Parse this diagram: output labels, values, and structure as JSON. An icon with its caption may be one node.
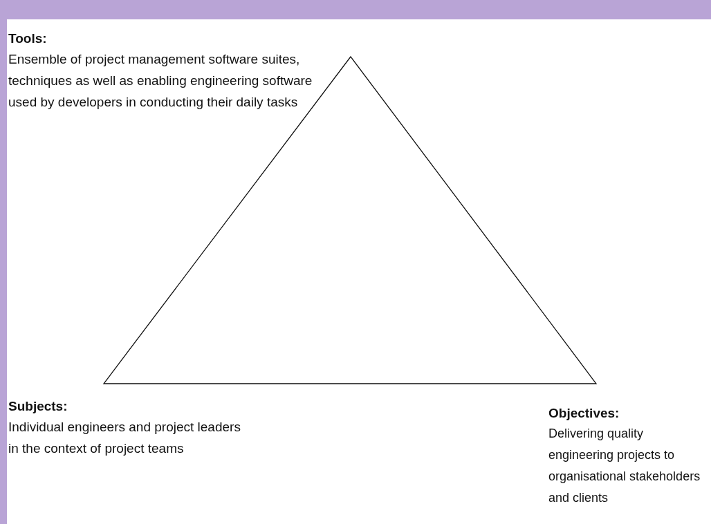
{
  "diagram": {
    "labels": [
      "Tools:",
      "Ensemble of project management software suites, techniques as well as enabling engineering software used by developers in conducting their daily tasks",
      "Subjects:",
      "Individual engineers and project leaders in the context of project teams",
      "Objectives:",
      "Delivering quality engineering projects to organisational stakeholders and clients"
    ]
  }
}
